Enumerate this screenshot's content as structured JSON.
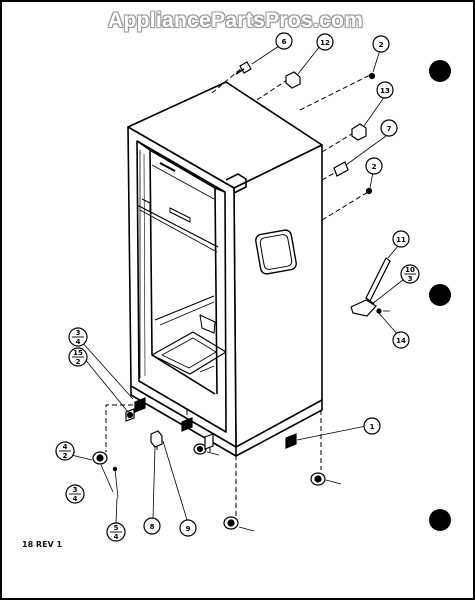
{
  "watermark": "AppliancePartsPros.com",
  "revision_note": "18 REV 1",
  "callouts": {
    "c6": "6",
    "c12": "12",
    "c2a": "2",
    "c13": "13",
    "c7": "7",
    "c2b": "2",
    "c11": "11",
    "c10_num": "10",
    "c10_den": "3",
    "c14": "14",
    "c3_num": "3",
    "c3_den": "4",
    "c15_num": "15",
    "c15_den": "2",
    "c4_num": "4",
    "c4_den": "2",
    "c1": "1",
    "c3b_num": "3",
    "c3b_den": "4",
    "c5_num": "5",
    "c5_den": "4",
    "c8": "8",
    "c9": "9"
  },
  "colors": {
    "ink": "#000000",
    "paper": "#ffffff",
    "watermark_outline": "#9a9a9a"
  }
}
